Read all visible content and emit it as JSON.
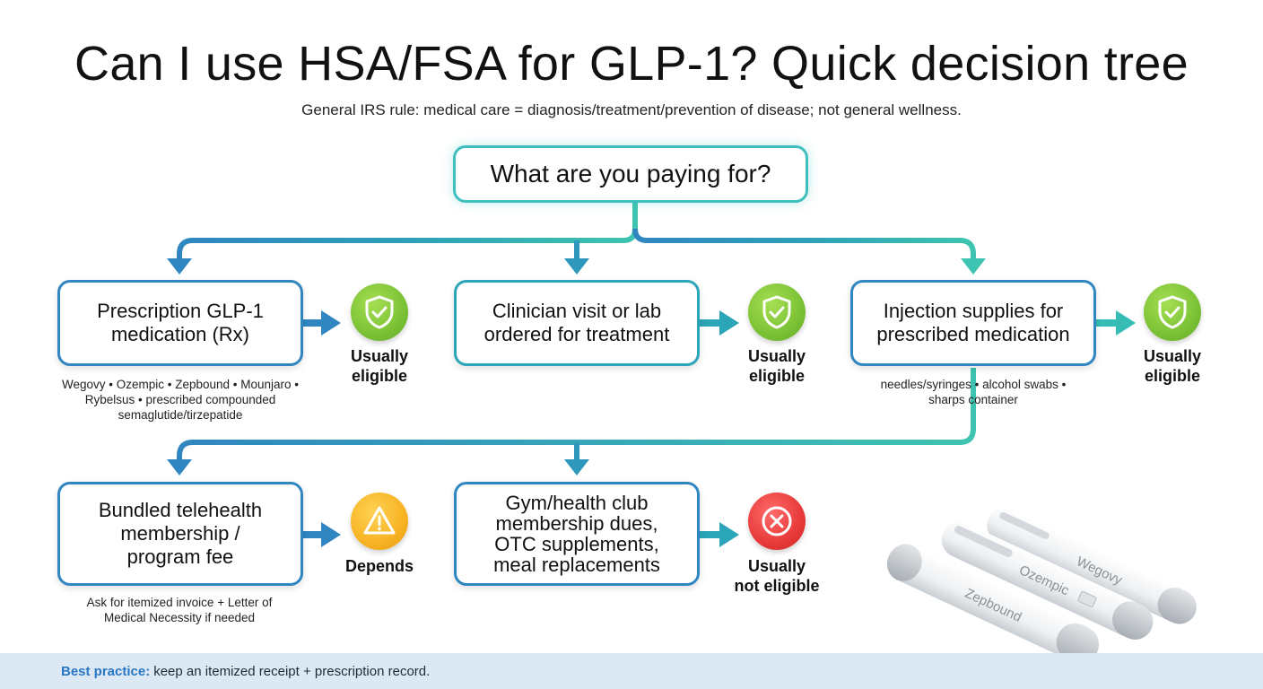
{
  "header": {
    "title": "Can I use HSA/FSA for GLP-1? Quick decision tree",
    "subtitle": "General IRS rule: medical care = diagnosis/treatment/prevention of disease; not general wellness."
  },
  "root": {
    "question": "What are you paying for?"
  },
  "options": [
    {
      "label": "Prescription GLP-1\nmedication (Rx)",
      "note": "Wegovy • Ozempic • Zepbound • Mounjaro • Rybelsus • prescribed compounded semaglutide/tirzepatide",
      "result": "Usually\neligible",
      "status": "eligible"
    },
    {
      "label": "Clinician visit or lab\nordered for treatment",
      "note": "",
      "result": "Usually\neligible",
      "status": "eligible"
    },
    {
      "label": "Injection supplies for\nprescribed medication",
      "note": "needles/syringes • alcohol swabs • sharps container",
      "result": "Usually\neligible",
      "status": "eligible"
    },
    {
      "label": "Bundled telehealth\nmembership /\nprogram fee",
      "note": "Ask for itemized invoice + Letter of Medical Necessity if needed",
      "result": "Depends",
      "status": "depends"
    },
    {
      "label": "Gym/health club\nmembership dues,\nOTC supplements,\nmeal replacements",
      "note": "",
      "result": "Usually\nnot eligible",
      "status": "not-eligible"
    }
  ],
  "pens": {
    "labels": [
      "Wegovy",
      "Ozempic",
      "Zepbound"
    ]
  },
  "footer": {
    "best_practice_label": "Best practice:",
    "text": "keep an itemized receipt + prescription record."
  },
  "colors": {
    "eligible": "#7cc236",
    "depends": "#f7b323",
    "not_eligible": "#e83a3a",
    "accent_blue": "#2f86c0",
    "accent_teal": "#3fbfbe"
  }
}
